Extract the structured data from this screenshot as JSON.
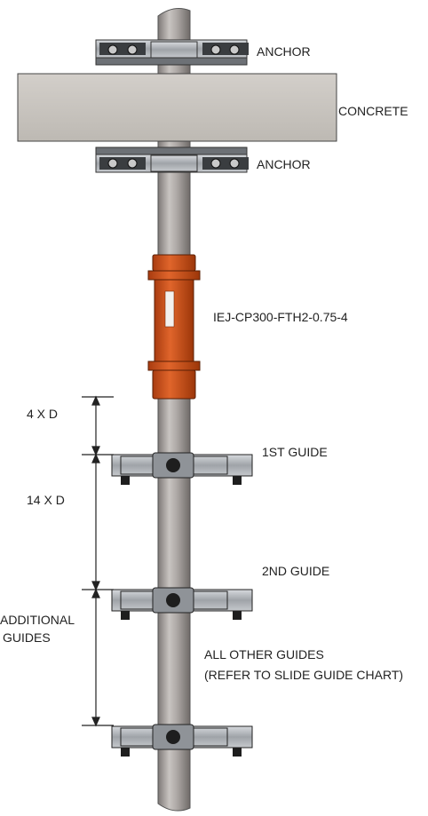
{
  "labels": {
    "anchor_top": "ANCHOR",
    "concrete": "CONCRETE",
    "anchor_bottom": "ANCHOR",
    "joint_model": "IEJ-CP300-FTH2-0.75-4",
    "dim_4xd": "4 X D",
    "dim_14xd": "14 X D",
    "guide_1": "1ST GUIDE",
    "guide_2": "2ND GUIDE",
    "additional_line1": "ADDITIONAL",
    "additional_line2": "GUIDES",
    "all_other_line1": "ALL OTHER GUIDES",
    "all_other_line2": "(REFER TO SLIDE GUIDE CHART)"
  },
  "colors": {
    "pipe": "#a9a4a1",
    "concrete": "#c9c5bf",
    "joint": "#d4551f",
    "steel": "#a6aab0",
    "bolt": "#2a2a2a"
  }
}
